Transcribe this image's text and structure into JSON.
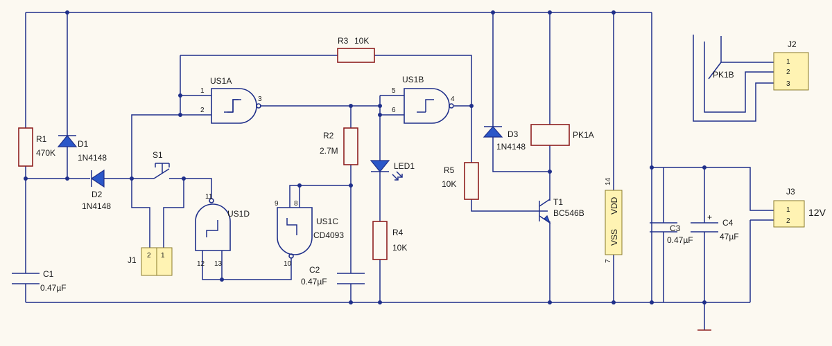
{
  "components": {
    "R1": {
      "ref": "R1",
      "value": "470K"
    },
    "R2": {
      "ref": "R2",
      "value": "2.7M"
    },
    "R3": {
      "ref": "R3",
      "value": "10K"
    },
    "R4": {
      "ref": "R4",
      "value": "10K"
    },
    "R5": {
      "ref": "R5",
      "value": "10K"
    },
    "D1": {
      "ref": "D1",
      "value": "1N4148"
    },
    "D2": {
      "ref": "D2",
      "value": "1N4148"
    },
    "D3": {
      "ref": "D3",
      "value": "1N4148"
    },
    "C1": {
      "ref": "C1",
      "value": "0.47µF"
    },
    "C2": {
      "ref": "C2",
      "value": "0.47µF"
    },
    "C3": {
      "ref": "C3",
      "value": "0.47µF"
    },
    "C4": {
      "ref": "C4",
      "value": "47µF",
      "polarity": "+"
    },
    "S1": {
      "ref": "S1"
    },
    "LED1": {
      "ref": "LED1"
    },
    "T1": {
      "ref": "T1",
      "value": "BC546B"
    },
    "PK1A": {
      "ref": "PK1A"
    },
    "PK1B": {
      "ref": "PK1B"
    },
    "US1A": {
      "ref": "US1A"
    },
    "US1B": {
      "ref": "US1B"
    },
    "US1C": {
      "ref": "US1C",
      "value": "CD4093"
    },
    "US1D": {
      "ref": "US1D"
    },
    "J1": {
      "ref": "J1",
      "pins": [
        "2",
        "1"
      ]
    },
    "J2": {
      "ref": "J2",
      "pins": [
        "1",
        "2",
        "3"
      ]
    },
    "J3": {
      "ref": "J3",
      "pins": [
        "1",
        "2"
      ],
      "label": "12V"
    }
  },
  "power": {
    "vdd": "VDD",
    "vss": "VSS",
    "vdd_pin": "14",
    "vss_pin": "7"
  },
  "gate_pins": {
    "US1A": {
      "in1": "1",
      "in2": "2",
      "out": "3"
    },
    "US1B": {
      "in1": "5",
      "in2": "6",
      "out": "4"
    },
    "US1C": {
      "in1": "9",
      "in2": "8",
      "out": "10"
    },
    "US1D": {
      "in": "11",
      "out1": "12",
      "out2": "13"
    }
  },
  "colors": {
    "wire": "#1f2f8a",
    "resistor": "#8e1f1f",
    "connector_fill": "#fff3b3",
    "diode_fill": "#2b57c8",
    "background": "#fcf9f1"
  }
}
